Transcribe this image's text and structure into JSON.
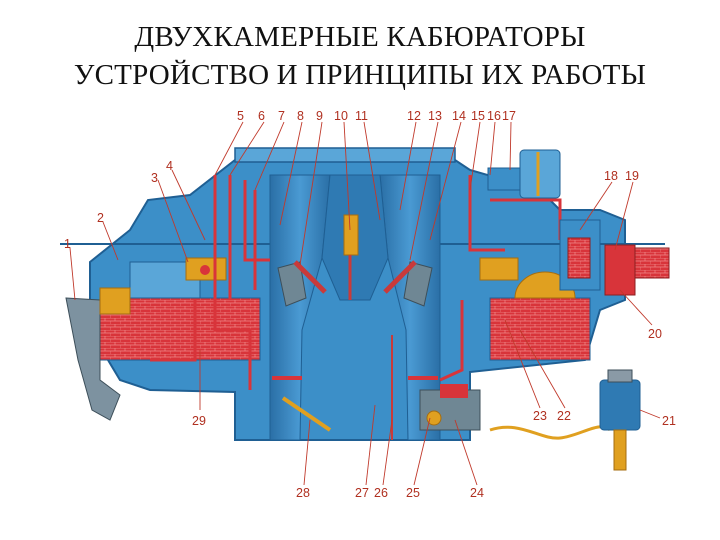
{
  "title": {
    "line1": "ДВУХКАМЕРНЫЕ КАБЮРАТОРЫ",
    "line2": "УСТРОЙСТВО И  ПРИНЦИПЫ ИХ РАБОТЫ"
  },
  "callouts": {
    "n1": "1",
    "n2": "2",
    "n3": "3",
    "n4": "4",
    "n5": "5",
    "n6": "6",
    "n7": "7",
    "n8": "8",
    "n9": "9",
    "n10": "10",
    "n11": "11",
    "n12": "12",
    "n13": "13",
    "n14": "14",
    "n15": "15",
    "n16": "16",
    "n17": "17",
    "n18": "18",
    "n19": "19",
    "n20": "20",
    "n21": "21",
    "n22": "22",
    "n23": "23",
    "n24": "24",
    "n25": "25",
    "n26": "26",
    "n27": "27",
    "n28": "28",
    "n29": "29"
  },
  "colors": {
    "body_blue": "#3c8fc8",
    "dark_blue": "#1f5f93",
    "fuel_red": "#d8343a",
    "float_yellow": "#e0a020",
    "metal_gray": "#8a9aa6",
    "label_red": "#b03020"
  }
}
